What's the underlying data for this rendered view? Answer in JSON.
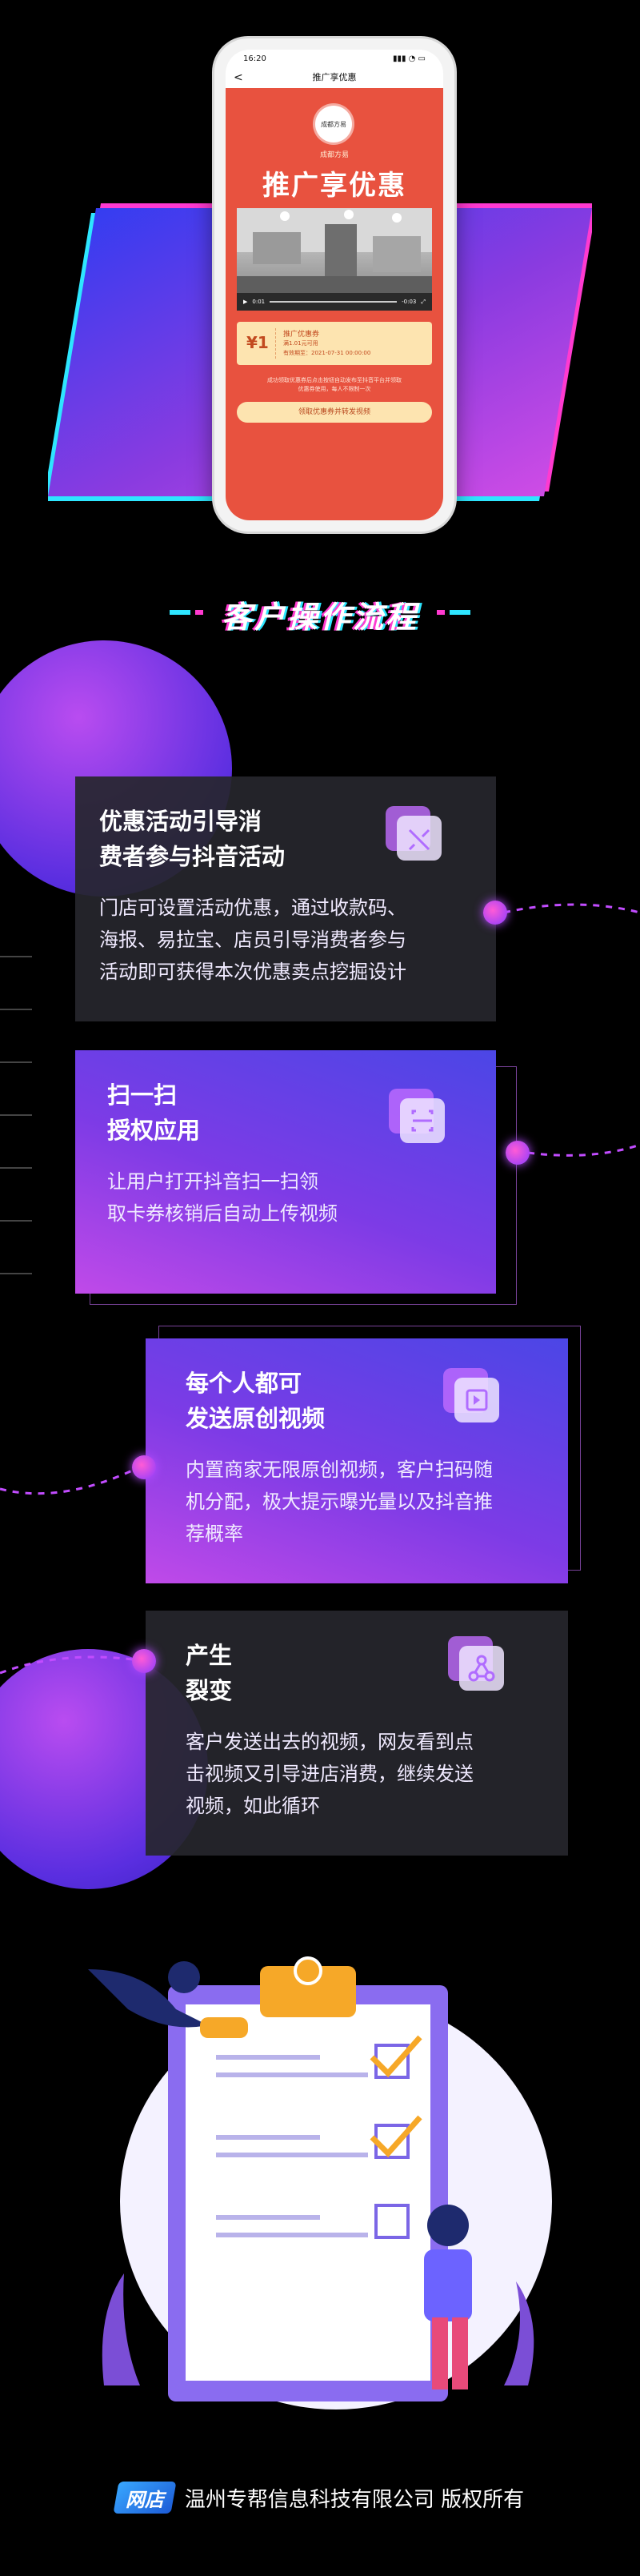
{
  "phone": {
    "status_time": "16:20",
    "nav_title": "推广享优惠",
    "back_symbol": "<",
    "shop_logo_text": "成都方易",
    "shop_name": "成都方易",
    "promo_title": "推广享优惠",
    "video_time_start": "0:01",
    "video_time_end": "-0:03",
    "coupon": {
      "amount": "¥1",
      "name": "推广优惠券",
      "condition": "满1.01元可用",
      "expiry": "有效期至：2021-07-31 00:00:00"
    },
    "note": "成功领取优惠券后点击按钮自动发布至抖音平台并领取\n优惠券使用，每人不限制一次",
    "get_button": "领取优惠券并转发视频"
  },
  "heading": "客户操作流程",
  "steps": [
    {
      "title": "优惠活动引导消\n费者参与抖音活动",
      "desc": "门店可设置活动优惠，通过收款码、\n海报、易拉宝、店员引导消费者参与\n活动即可获得本次优惠卖点挖掘设计",
      "icon": "ticket-icon"
    },
    {
      "title": "扫一扫\n授权应用",
      "desc": "让用户打开抖音扫一扫领\n取卡券核销后自动上传视频",
      "icon": "scan-icon"
    },
    {
      "title": "每个人都可\n发送原创视频",
      "desc": "内置商家无限原创视频，客户扫码随\n机分配，极大提示曝光量以及抖音推\n荐概率",
      "icon": "video-icon"
    },
    {
      "title": "产生\n裂变",
      "desc": "客户发送出去的视频，网友看到点\n击视频又引导进店消费，继续发送\n视频，如此循环",
      "icon": "share-network-icon"
    }
  ],
  "footer": {
    "logo_text": "网店",
    "copyright": "温州专帮信息科技有限公司 版权所有"
  },
  "colors": {
    "accent_cyan": "#2ee6ff",
    "accent_pink": "#ff3ad0",
    "card_gradient_start": "#4b46e6",
    "card_gradient_end": "#c04ae8",
    "promo_red": "#e8523f",
    "coupon_cream": "#fde4b0"
  }
}
